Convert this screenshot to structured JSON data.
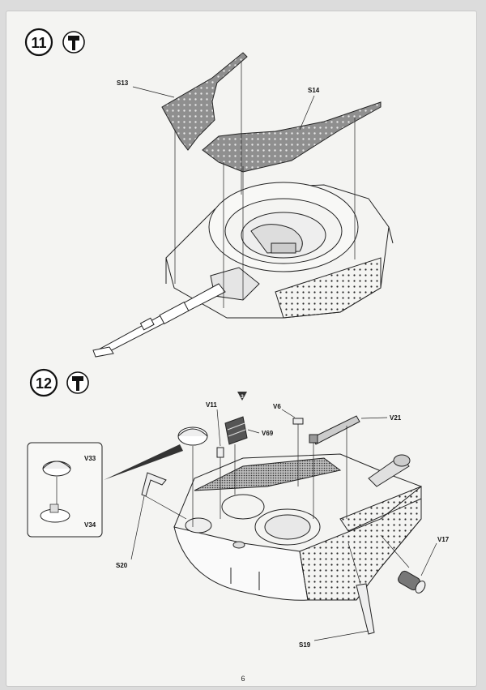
{
  "steps": [
    {
      "number": "11",
      "icon": "glue-icon",
      "parts": [
        "S13",
        "S14"
      ]
    },
    {
      "number": "12",
      "icon": "glue-icon",
      "parts": [
        "V11",
        "V69",
        "V6",
        "V21",
        "V33",
        "V34",
        "S20",
        "V17",
        "S19"
      ],
      "detail_badge": "3"
    }
  ],
  "page_number": "6",
  "colors": {
    "panel_grey": "#8f8f8f",
    "line": "#222222",
    "paper": "#f4f4f2"
  }
}
